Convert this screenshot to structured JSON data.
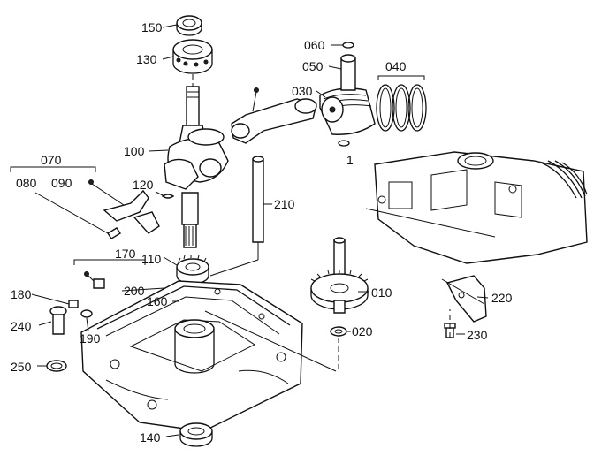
{
  "parts": {
    "p150": "150",
    "p130": "130",
    "p060": "060",
    "p050": "050",
    "p040": "040",
    "p030": "030",
    "p100": "100",
    "p070": "070",
    "p080": "080",
    "p090": "090",
    "p120": "120",
    "p210": "210",
    "p170": "170",
    "p110": "110",
    "p200": "200",
    "p180": "180",
    "p160": "160",
    "p010": "010",
    "p220": "220",
    "p240": "240",
    "p190": "190",
    "p020": "020",
    "p230": "230",
    "p250": "250",
    "p140": "140",
    "p1": "1"
  }
}
